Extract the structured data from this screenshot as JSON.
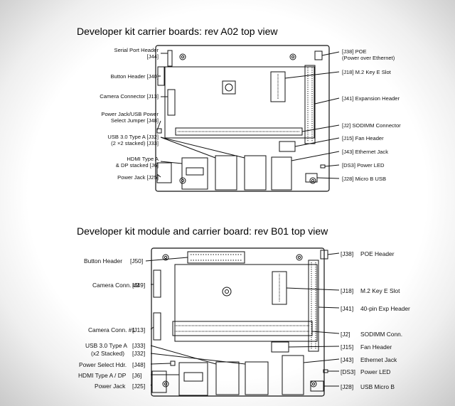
{
  "rev_a02": {
    "title": "Developer kit carrier boards: rev A02 top view",
    "left_labels": [
      {
        "name": "Serial Port Header",
        "ref": "[J44]"
      },
      {
        "name": "Button Header  [J40]"
      },
      {
        "name": "Camera Connector  [J13]"
      },
      {
        "name": "Power Jack/USB Power",
        "ref": "Select Jumper  [J48]"
      },
      {
        "name": "USB 3.0 Type A  [J32]",
        "ref": "(2 ×2 stacked)  [J33]"
      },
      {
        "name": "HDMI Type A",
        "ref": "& DP stacked  [J6]"
      },
      {
        "name": "Power Jack  [J25]"
      }
    ],
    "right_labels": [
      {
        "name": "[J38]  POE",
        "ref": "(Power over Ethernet)"
      },
      {
        "name": "[J18]  M.2 Key E Slot"
      },
      {
        "name": "[J41]  Expansion Header"
      },
      {
        "name": "[J2]  SODIMM Connector"
      },
      {
        "name": "[J15]  Fan Header"
      },
      {
        "name": "[J43]  Ethernet Jack"
      },
      {
        "name": "[DS3]  Power LED"
      },
      {
        "name": "[J28]  Micro B USB"
      }
    ]
  },
  "rev_b01": {
    "title": "Developer kit module and carrier board: rev B01 top view",
    "left_labels": [
      {
        "name": "Button Header",
        "ref": "[J50]"
      },
      {
        "name": "Camera Conn. #2",
        "ref": "[J49]"
      },
      {
        "name": "Camera Conn. #1",
        "ref": "[J13]"
      },
      {
        "name": "USB 3.0 Type A",
        "ref": "[J33]"
      },
      {
        "name": "(x2 Stacked)",
        "ref": "[J32]"
      },
      {
        "name": "Power Select Hdr.",
        "ref": "[J48]"
      },
      {
        "name": "HDMI Type A / DP",
        "ref": "[J6]"
      },
      {
        "name": "Power Jack",
        "ref": "[J25]"
      }
    ],
    "right_labels": [
      {
        "ref": "[J38]",
        "name": "POE Header"
      },
      {
        "ref": "[J18]",
        "name": "M.2 Key E Slot"
      },
      {
        "ref": "[J41]",
        "name": "40-pin Exp Header"
      },
      {
        "ref": "[J2]",
        "name": "SODIMM Conn."
      },
      {
        "ref": "[J15]",
        "name": "Fan Header"
      },
      {
        "ref": "[J43]",
        "name": "Ethernet Jack"
      },
      {
        "ref": "[DS3]",
        "name": "Power LED"
      },
      {
        "ref": "[J28]",
        "name": "USB Micro B"
      }
    ]
  }
}
